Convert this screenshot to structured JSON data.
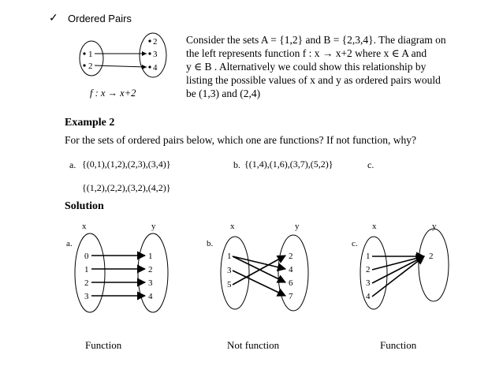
{
  "header": {
    "check_icon": "check-icon",
    "title": "Ordered Pairs"
  },
  "intro": {
    "mini_diagram": {
      "domain": [
        "1",
        "2"
      ],
      "codomain": [
        "2",
        "3",
        "4"
      ],
      "caption": "f : x → x+2"
    },
    "lines": [
      "Consider the sets A = {1,2} and B = {2,3,4}. The diagram on",
      "the left represents function f : x → x+2 where x ∈ A and",
      "y ∈ B . Alternatively we could show this relationship by",
      "listing the possible values of x and y as ordered pairs would",
      "be (1,3) and (2,4)"
    ]
  },
  "example": {
    "title": "Example 2",
    "question": "For the sets of ordered pairs below, which one are functions? If not function, why?",
    "options": {
      "a_label": "a.",
      "a_value": "{(0,1),(1,2),(2,3),(3,4)}",
      "b_label": "b.",
      "b_value": "{(1,4),(1,6),(3,7),(5,2)}",
      "c_label": "c.",
      "c_value": "{(1,2),(2,2),(3,2),(4,2)}"
    }
  },
  "solution": {
    "title": "Solution",
    "diagrams": [
      {
        "label": "a.",
        "x_header": "x",
        "y_header": "y",
        "domain": [
          "0",
          "1",
          "2",
          "3"
        ],
        "codomain": [
          "1",
          "2",
          "3",
          "4"
        ],
        "verdict": "Function"
      },
      {
        "label": "b.",
        "x_header": "x",
        "y_header": "y",
        "domain": [
          "1",
          "3",
          "5"
        ],
        "codomain": [
          "2",
          "4",
          "6",
          "7"
        ],
        "verdict": "Not function"
      },
      {
        "label": "c.",
        "x_header": "x",
        "y_header": "y",
        "domain": [
          "1",
          "2",
          "3",
          "4"
        ],
        "codomain": [
          "2"
        ],
        "verdict": "Function"
      }
    ]
  }
}
